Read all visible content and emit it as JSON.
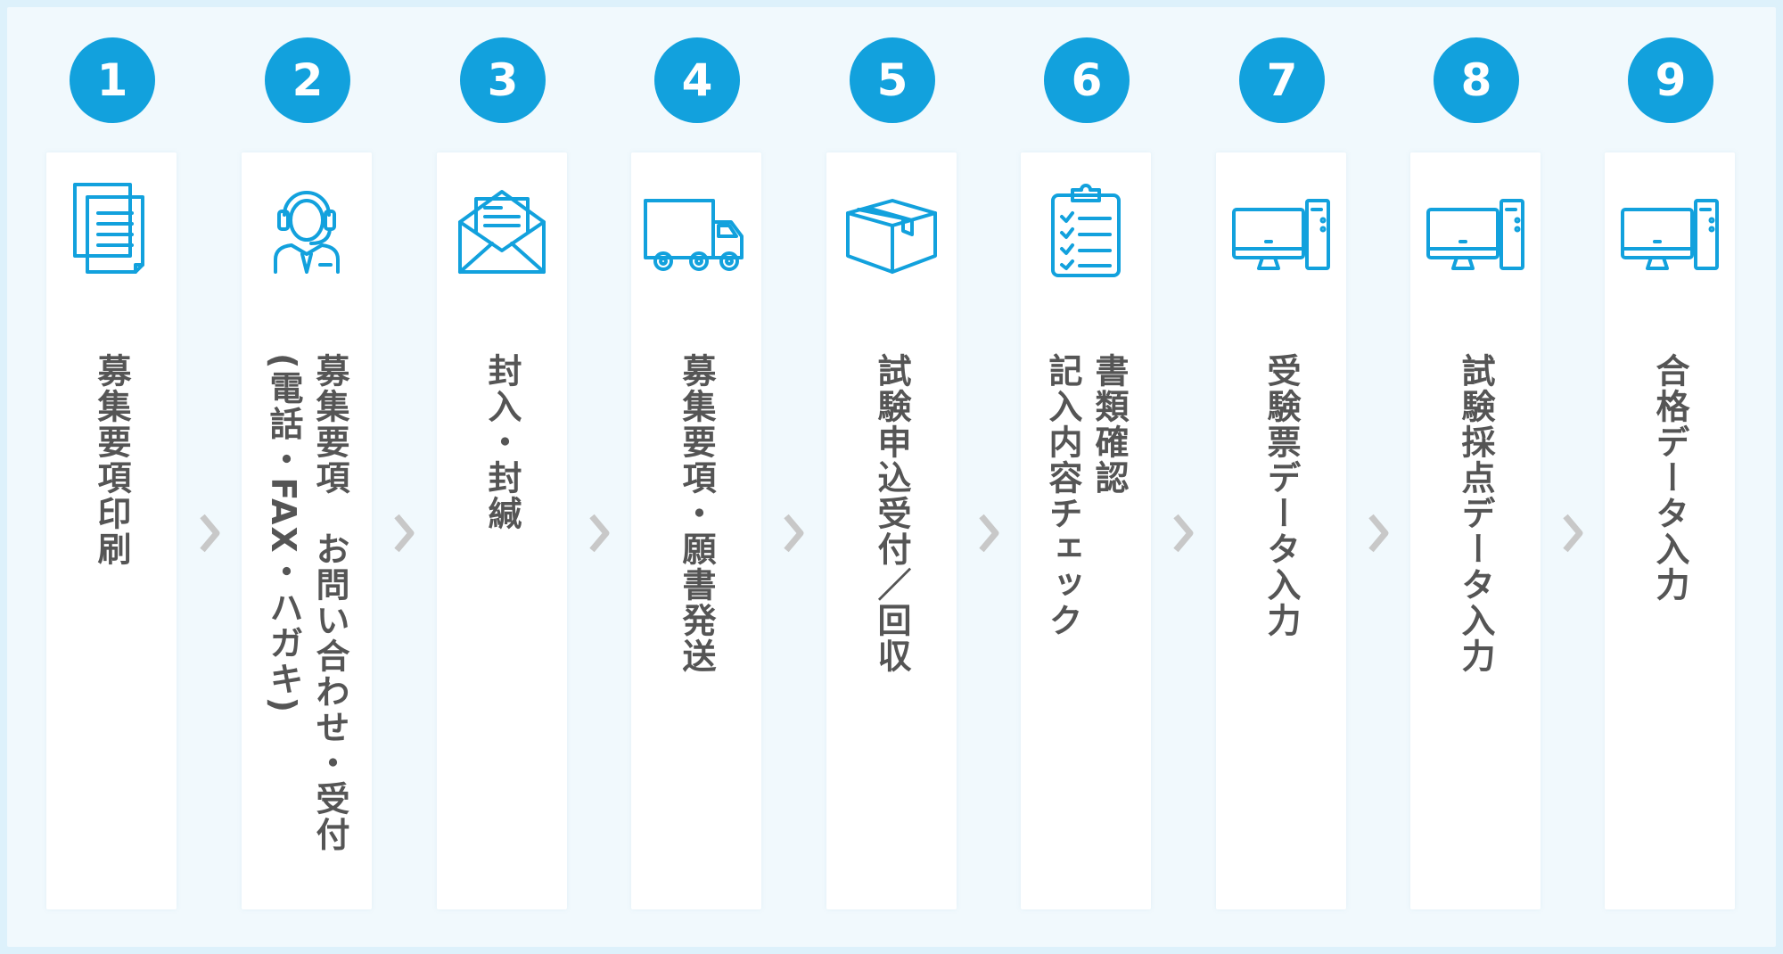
{
  "accent_color": "#12a1dd",
  "text_color": "#555555",
  "arrow_color": "#c8c8c8",
  "steps": [
    {
      "number": "1",
      "icon": "documents-icon",
      "lines": [
        "募集要項印刷"
      ]
    },
    {
      "number": "2",
      "icon": "operator-headset-icon",
      "lines": [
        "募集要項　お問い合わせ・受付",
        "(電話・FAX・ハガキ)"
      ]
    },
    {
      "number": "3",
      "icon": "envelope-letter-icon",
      "lines": [
        "封入・封緘"
      ]
    },
    {
      "number": "4",
      "icon": "delivery-truck-icon",
      "lines": [
        "募集要項・願書発送"
      ]
    },
    {
      "number": "5",
      "icon": "parcel-box-icon",
      "lines": [
        "試験申込受付／回収"
      ]
    },
    {
      "number": "6",
      "icon": "checklist-clipboard-icon",
      "lines": [
        "書類確認",
        "記入内容チェック"
      ]
    },
    {
      "number": "7",
      "icon": "desktop-computer-icon",
      "lines": [
        "受験票データ入力"
      ]
    },
    {
      "number": "8",
      "icon": "desktop-computer-icon",
      "lines": [
        "試験採点データ入力"
      ]
    },
    {
      "number": "9",
      "icon": "desktop-computer-icon",
      "lines": [
        "合格データ入力"
      ]
    }
  ]
}
